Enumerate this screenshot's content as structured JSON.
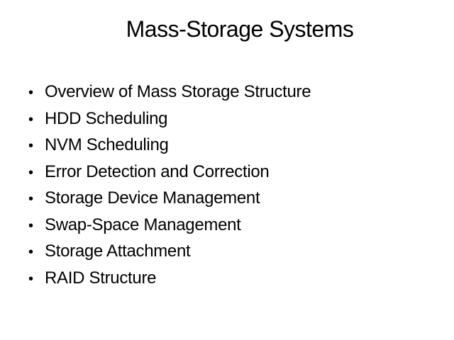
{
  "slide": {
    "title": "Mass-Storage Systems",
    "bullet_char": "•",
    "bullets": [
      "Overview of Mass Storage Structure",
      "HDD Scheduling",
      "NVM Scheduling",
      "Error Detection and Correction",
      "Storage Device Management",
      "Swap-Space Management",
      "Storage Attachment",
      "RAID Structure"
    ],
    "colors": {
      "background": "#ffffff",
      "text": "#000000"
    }
  }
}
